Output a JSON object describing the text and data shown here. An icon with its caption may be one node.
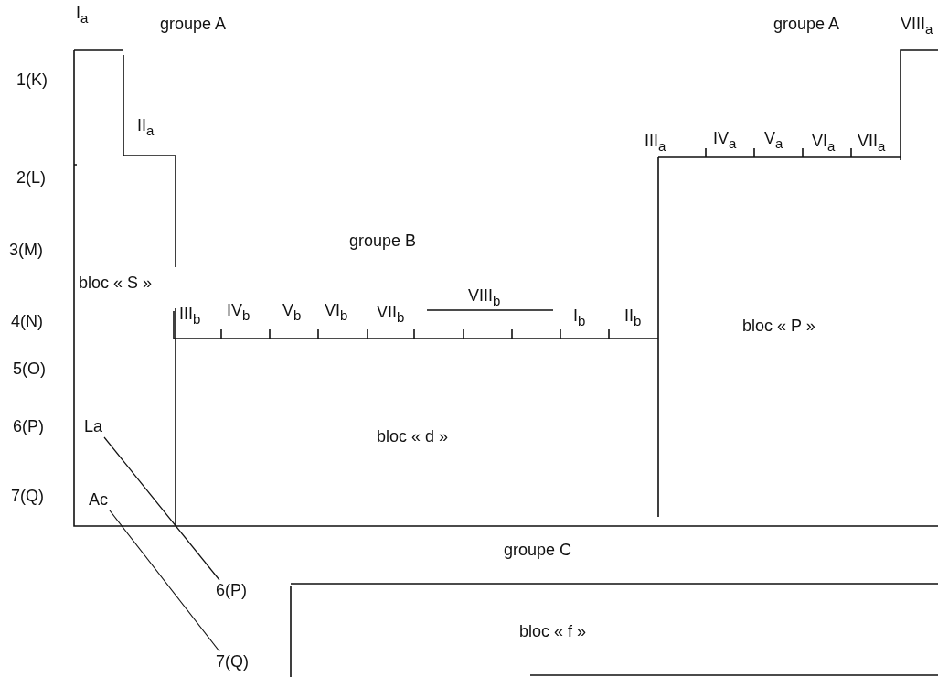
{
  "diagram": {
    "nodes": [
      {
        "text": [
          "La"
        ]
      },
      {
        "text": [
          "Ac"
        ]
      },
      {
        "text": [
          "6(P)"
        ]
      },
      {
        "text": [
          "7(Q)"
        ]
      }
    ],
    "edges": [
      {
        "from": 0,
        "to": 2,
        "arrow": "none"
      },
      {
        "from": 1,
        "to": 3,
        "arrow": "none"
      }
    ],
    "labels": [
      "I$_{a}$",
      "groupe A",
      "groupe A",
      "VIII$_{a}$",
      "1(K)",
      "II$_{a}$",
      "III$_{a}$",
      "IV$_{a}$",
      "V$_{a}$",
      "VI$_{a}$",
      "VII$_{a}$",
      "2(L)",
      "groupe B",
      "3(M)",
      "bloc « S »",
      "VIII$_{b}$",
      "4(N)",
      "III$_{b}$",
      "IV$_{b}$",
      "V$_{b}$",
      "VI$_{b}$",
      "VII$_{b}$",
      "I$_{b}$",
      "II$_{b}$",
      "bloc « P »",
      "5(O)",
      "6(P)",
      "bloc « d »",
      "7(Q)",
      "groupe C",
      "bloc « f »"
    ]
  }
}
